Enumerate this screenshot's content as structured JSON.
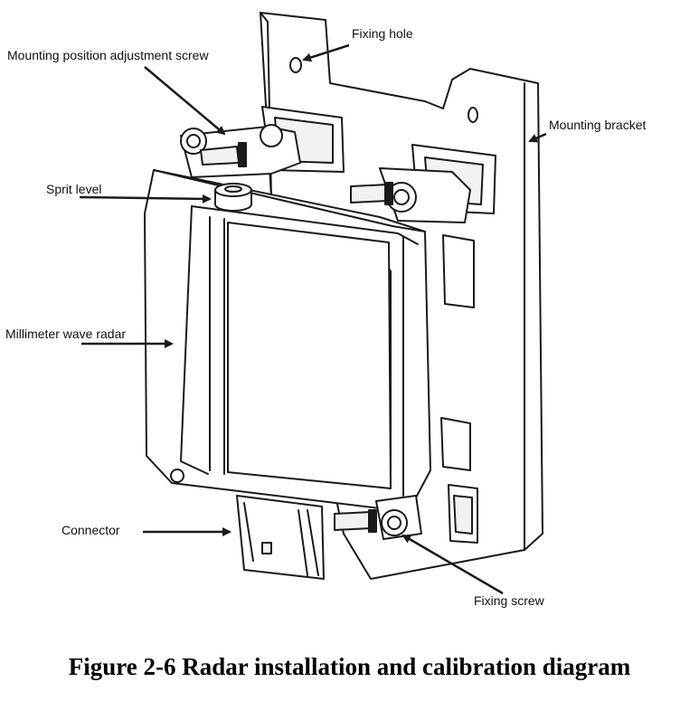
{
  "labels": {
    "fixing_hole": "Fixing hole",
    "adjustment_screw": "Mounting position adjustment screw",
    "mounting_bracket": "Mounting bracket",
    "sprit_level": "Sprit level",
    "radar": "Millimeter wave radar",
    "connector": "Connector",
    "fixing_screw": "Fixing screw"
  },
  "caption": "Figure 2-6 Radar installation and calibration diagram",
  "colors": {
    "line": "#1a1a1a",
    "fill": "#ffffff",
    "shade": "#f2f2f2"
  }
}
